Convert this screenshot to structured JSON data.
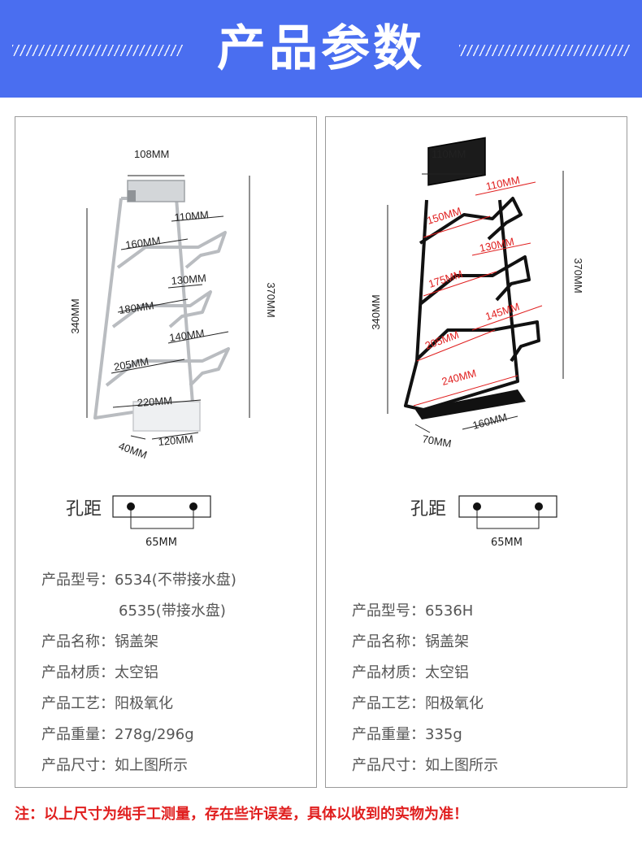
{
  "header": {
    "title": "产品参数"
  },
  "left": {
    "dims": {
      "top": "108MM",
      "total_height": "370MM",
      "inner_height": "340MM",
      "w1": "110MM",
      "l1": "160MM",
      "w2": "130MM",
      "l2": "180MM",
      "w3": "140MM",
      "l3": "205MM",
      "base": "220MM",
      "tray_w": "120MM",
      "tray_d": "40MM"
    },
    "hole_label": "孔距",
    "hole_dim": "65MM",
    "specs": [
      {
        "label": "产品型号：",
        "value": "6534(不带接水盘)"
      },
      {
        "label": "",
        "value": "6535(带接水盘)"
      },
      {
        "label": "产品名称：",
        "value": "锅盖架"
      },
      {
        "label": "产品材质：",
        "value": "太空铝"
      },
      {
        "label": "产品工艺：",
        "value": "阳极氧化"
      },
      {
        "label": "产品重量：",
        "value": "278g/296g"
      },
      {
        "label": "产品尺寸：",
        "value": "如上图所示"
      }
    ]
  },
  "right": {
    "dims": {
      "top": "110MM",
      "total_height": "370MM",
      "inner_height": "340MM",
      "w1": "110MM",
      "l1": "150MM",
      "w2": "130MM",
      "l2": "175MM",
      "w3": "145MM",
      "l3": "205MM",
      "base": "240MM",
      "tray_w": "160MM",
      "tray_d": "70MM"
    },
    "hole_label": "孔距",
    "hole_dim": "65MM",
    "specs": [
      {
        "label": "产品型号：",
        "value": "6536H"
      },
      {
        "label": "产品名称：",
        "value": "锅盖架"
      },
      {
        "label": "产品材质：",
        "value": "太空铝"
      },
      {
        "label": "产品工艺：",
        "value": "阳极氧化"
      },
      {
        "label": "产品重量：",
        "value": "335g"
      },
      {
        "label": "产品尺寸：",
        "value": "如上图所示"
      }
    ]
  },
  "footnote": "注：以上尺寸为纯手工测量，存在些许误差，具体以收到的实物为准！",
  "colors": {
    "banner": "#4a6ef0",
    "accent_red": "#e01f1f",
    "border": "#9a9a9a"
  }
}
